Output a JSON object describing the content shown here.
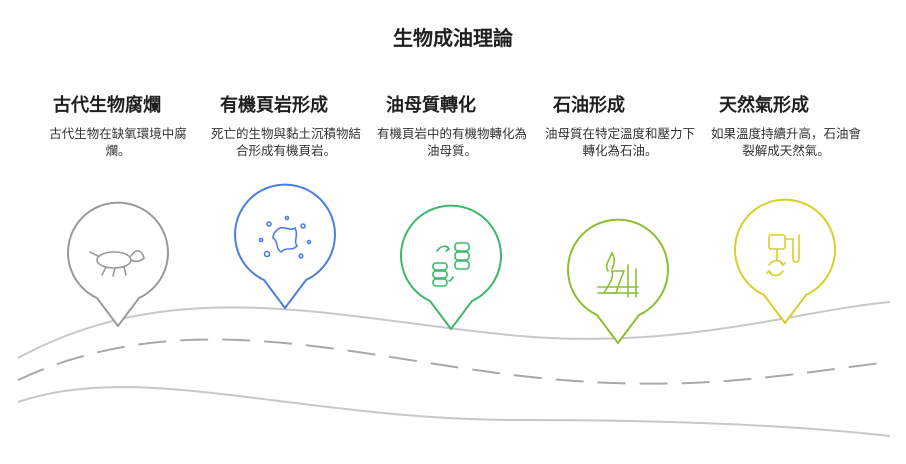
{
  "title": "生物成油理論",
  "stages": [
    {
      "title": "古代生物腐爛",
      "desc": "古代生物在缺氧環境中腐爛。",
      "color": "#9a9a9a",
      "icon": "bug-icon"
    },
    {
      "title": "有機頁岩形成",
      "desc": "死亡的生物與黏土沉積物結合形成有機頁岩。",
      "color": "#4a7fe0",
      "icon": "splash-icon"
    },
    {
      "title": "油母質轉化",
      "desc": "有機頁岩中的有機物轉化為油母質。",
      "color": "#3bb86b",
      "icon": "database-transfer-icon"
    },
    {
      "title": "石油形成",
      "desc": "油母質在特定溫度和壓力下轉化為石油。",
      "color": "#8cbf2e",
      "icon": "oil-rig-icon"
    },
    {
      "title": "天然氣形成",
      "desc": "如果溫度持續升高，石油會裂解成天然氣。",
      "color": "#d8cf2a",
      "icon": "gas-pump-icon"
    }
  ]
}
